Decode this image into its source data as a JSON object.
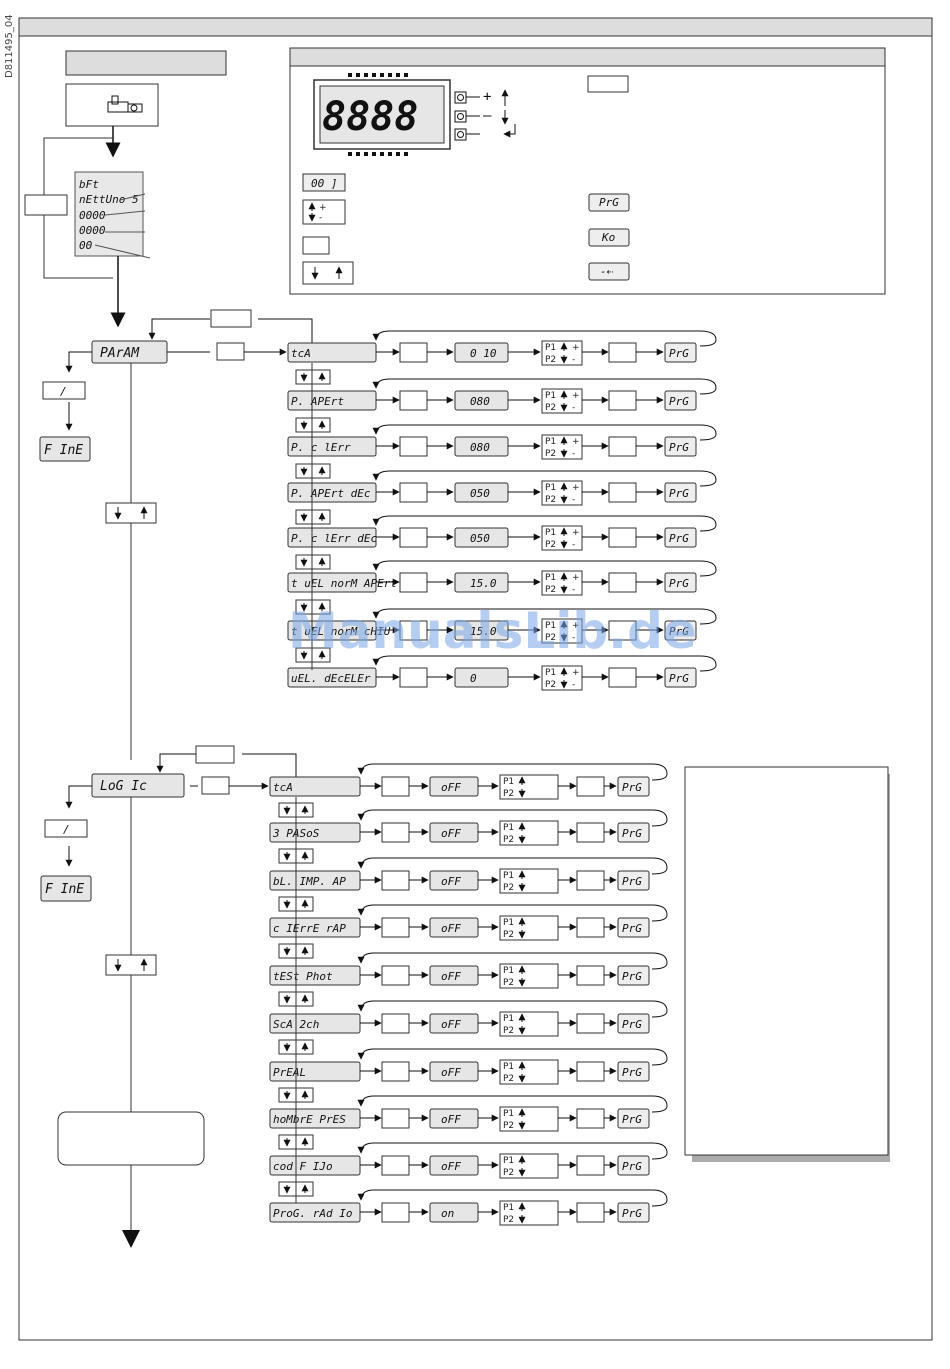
{
  "doc_id": "D811495_04",
  "display": {
    "digits": "8888"
  },
  "display_keys": {
    "plus": "+",
    "minus": "–"
  },
  "legend": {
    "val_box": "00 ]",
    "prg": "PrG",
    "ko": "Ko",
    "arrow_key": "-⇠"
  },
  "boot_screen": [
    "bFt",
    "nEttUno 5",
    "0000",
    "0000",
    "00"
  ],
  "parameters_menu": {
    "name": "PArAM",
    "exit": "/",
    "end": "F InE",
    "rows": [
      {
        "label": "tcA",
        "value": "0 10"
      },
      {
        "label": "P. APErt",
        "value": "080"
      },
      {
        "label": "P. c lErr",
        "value": "080"
      },
      {
        "label": "P. APErt dEc",
        "value": "050"
      },
      {
        "label": "P. c lErr dEc",
        "value": "050"
      },
      {
        "label": "t uEL norM APErt",
        "value": "15.0"
      },
      {
        "label": "t uEL norM cHIU",
        "value": "15.0"
      },
      {
        "label": "uEL. dEcELEr",
        "value": "0"
      }
    ]
  },
  "logic_menu": {
    "name": "LoG Ic",
    "exit": "/",
    "end": "F InE",
    "rows": [
      {
        "label": "tcA",
        "value": "oFF"
      },
      {
        "label": "3 PASoS",
        "value": "oFF"
      },
      {
        "label": "bL. IMP. AP",
        "value": "oFF"
      },
      {
        "label": "c IErrE rAP",
        "value": "oFF"
      },
      {
        "label": "tESt Phot",
        "value": "oFF"
      },
      {
        "label": "ScA 2ch",
        "value": "oFF"
      },
      {
        "label": "PrEAL",
        "value": "oFF"
      },
      {
        "label": "hoMbrE PrES",
        "value": "oFF"
      },
      {
        "label": "cod F IJo",
        "value": "oFF"
      },
      {
        "label": "ProG. rAd Io",
        "value": "on"
      }
    ]
  },
  "p_labels": {
    "p1": "P1",
    "p2": "P2"
  },
  "watermark": "ManualsLib.de"
}
